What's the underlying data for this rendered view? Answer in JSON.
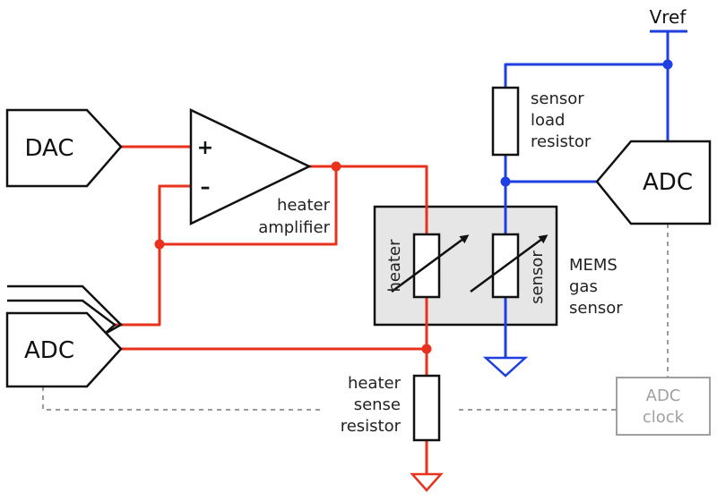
{
  "colors": {
    "heater_path": "#e8321e",
    "sensor_path": "#1f3fe0",
    "outline": "#111111",
    "mems_fill": "#e6e6e6",
    "clock_line": "#9a9a9a",
    "clock_text": "#a0a0a0"
  },
  "blocks": {
    "dac": "DAC",
    "adc_left": "ADC",
    "adc_right": "ADC",
    "vref": "Vref",
    "opamp_plus": "+",
    "opamp_minus": "–"
  },
  "labels": {
    "heater_amp_1": "heater",
    "heater_amp_2": "amplifier",
    "load_1": "sensor",
    "load_2": "load",
    "load_3": "resistor",
    "mems_1": "MEMS",
    "mems_2": "gas",
    "mems_3": "sensor",
    "heater_res": "heater",
    "sensor_res": "sensor",
    "sense_1": "heater",
    "sense_2": "sense",
    "sense_3": "resistor",
    "clock_1": "ADC",
    "clock_2": "clock"
  }
}
